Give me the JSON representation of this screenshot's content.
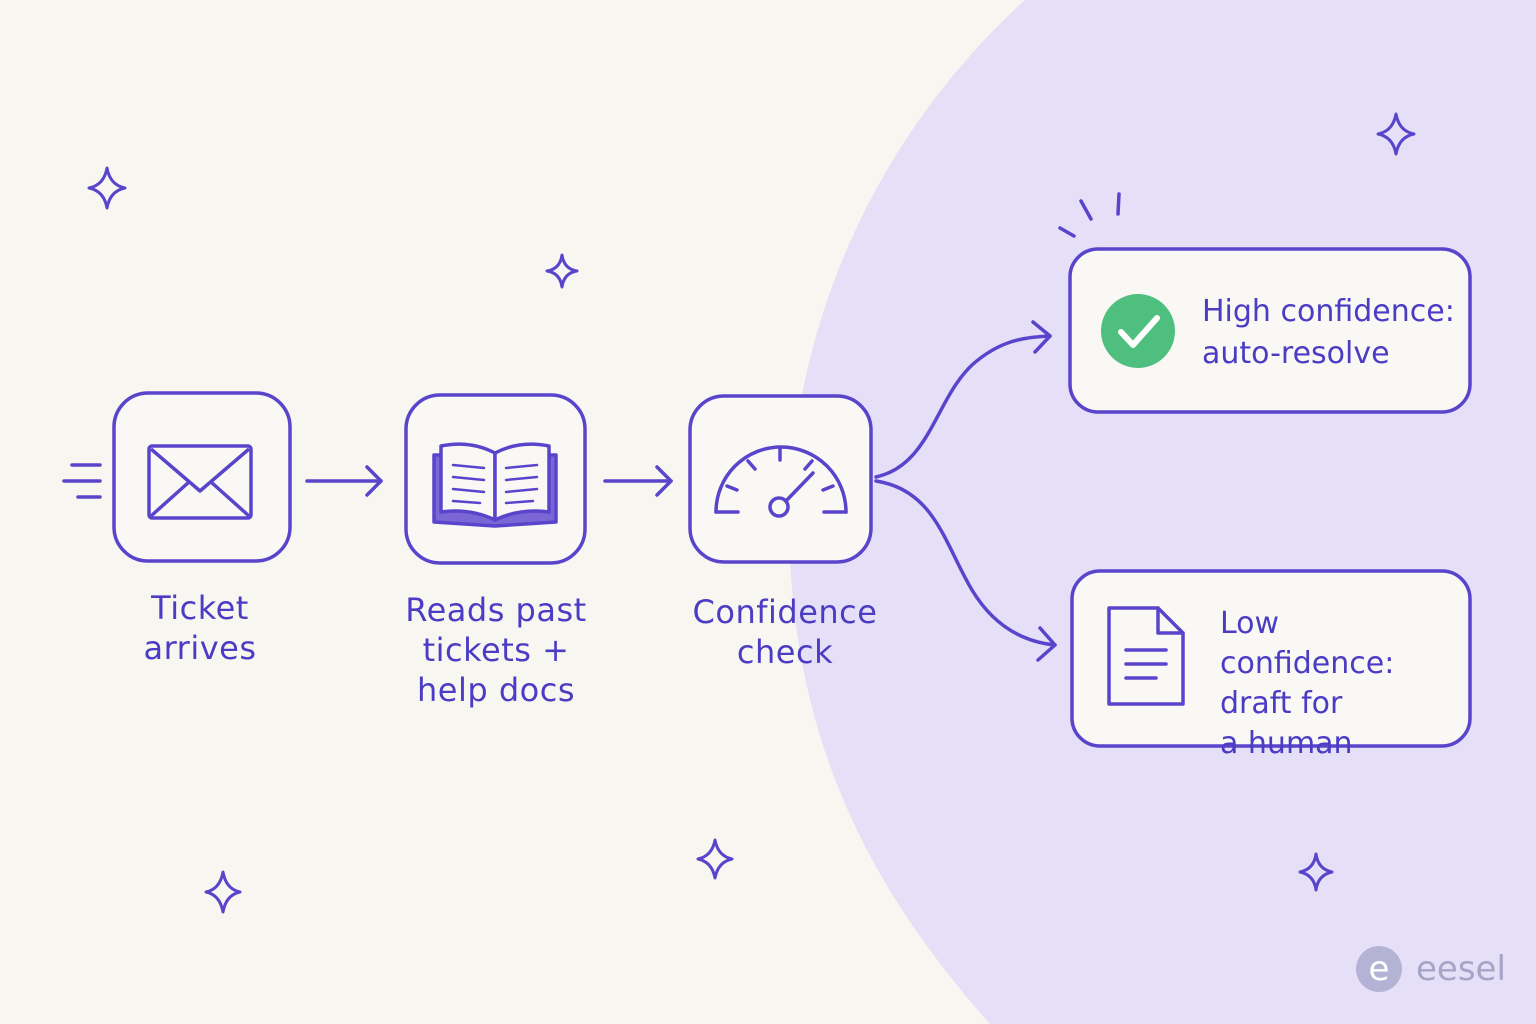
{
  "steps": [
    {
      "icon": "envelope-icon",
      "lines": [
        "Ticket",
        "arrives"
      ]
    },
    {
      "icon": "open-book-icon",
      "lines": [
        "Reads past",
        "tickets +",
        "help docs"
      ]
    },
    {
      "icon": "gauge-icon",
      "lines": [
        "Confidence",
        "check"
      ]
    }
  ],
  "outcomes": {
    "high": {
      "icon": "check-circle-icon",
      "lines": [
        "High confidence:",
        "auto-resolve"
      ]
    },
    "low": {
      "icon": "document-icon",
      "lines": [
        "Low confidence:",
        "draft for",
        "a human"
      ]
    }
  },
  "brand": {
    "mark": "e",
    "name": "eesel"
  },
  "colors": {
    "background": "#f8f6f1",
    "lavender_region": "#e5dff7",
    "stroke": "#5a44cc",
    "check_green": "#4fbf7f",
    "brand_grey": "#a6a5c7"
  }
}
